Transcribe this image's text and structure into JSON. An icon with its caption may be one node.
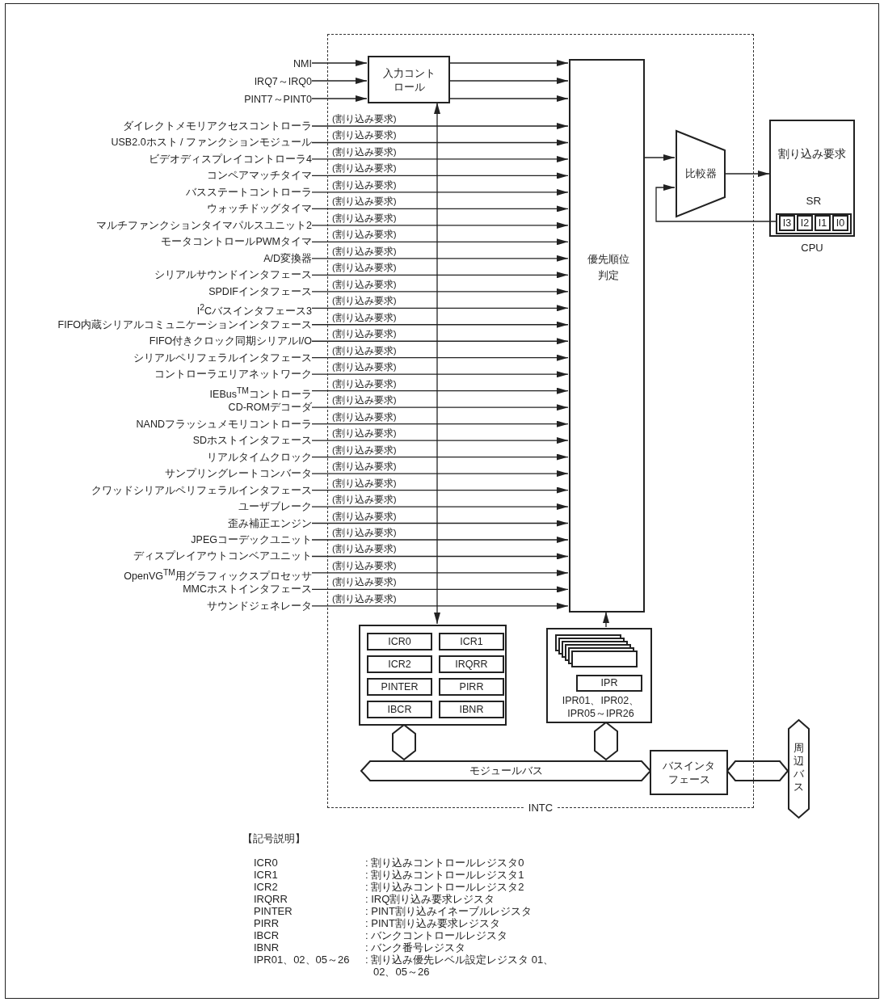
{
  "diagram": {
    "nodes": [
      {
        "text": [
          "INTC"
        ]
      },
      {
        "text": [
          "NMI"
        ]
      },
      {
        "text": [
          "IRQ7～IRQ0"
        ]
      },
      {
        "text": [
          "PINT7～PINT0"
        ]
      },
      {
        "text": [
          "入力コントロール"
        ],
        "in": 0
      },
      {
        "text": [
          "ダイレクトメモリアクセスコントローラ"
        ]
      },
      {
        "text": [
          "USB2.0ホスト / ファンクションモジュール"
        ]
      },
      {
        "text": [
          "ビデオディスプレイコントローラ4"
        ]
      },
      {
        "text": [
          "コンペアマッチタイマ"
        ]
      },
      {
        "text": [
          "バスステートコントローラ"
        ]
      },
      {
        "text": [
          "ウォッチドッグタイマ"
        ]
      },
      {
        "text": [
          "マルチファンクションタイマパルスユニット2"
        ]
      },
      {
        "text": [
          "モータコントロールPWMタイマ"
        ]
      },
      {
        "text": [
          "A/D変換器"
        ]
      },
      {
        "text": [
          "シリアルサウンドインタフェース"
        ]
      },
      {
        "text": [
          "SPDIFインタフェース"
        ]
      },
      {
        "text": [
          "I$^{2}$Cバスインタフェース3"
        ]
      },
      {
        "text": [
          "FIFO内蔵シリアルコミュニケーションインタフェース"
        ]
      },
      {
        "text": [
          "FIFO付きクロック同期シリアルI/O"
        ]
      },
      {
        "text": [
          "シリアルペリフェラルインタフェース"
        ]
      },
      {
        "text": [
          "コントローラエリアネットワーク"
        ]
      },
      {
        "text": [
          "IEBus$^{TM}$コントローラ"
        ]
      },
      {
        "text": [
          "CD-ROMデコーダ"
        ]
      },
      {
        "text": [
          "NANDフラッシュメモリコントローラ"
        ]
      },
      {
        "text": [
          "SDホストインタフェース"
        ]
      },
      {
        "text": [
          "リアルタイムクロック"
        ]
      },
      {
        "text": [
          "サンプリングレートコンバータ"
        ]
      },
      {
        "text": [
          "クワッドシリアルペリフェラルインタフェース"
        ]
      },
      {
        "text": [
          "ユーザブレーク"
        ]
      },
      {
        "text": [
          "歪み補正エンジン"
        ]
      },
      {
        "text": [
          "JPEGコーデックユニット"
        ]
      },
      {
        "text": [
          "ディスプレイアウトコンベアユニット"
        ]
      },
      {
        "text": [
          "OpenVG$^{TM}$用グラフィックスプロセッサ"
        ]
      },
      {
        "text": [
          "MMCホストインタフェース"
        ]
      },
      {
        "text": [
          "サウンドジェネレータ"
        ]
      },
      {
        "text": [
          "優先順位判定"
        ],
        "in": 0
      },
      {
        "text": [
          "比較器"
        ],
        "in": 0
      },
      {
        "text": [
          "割り込み要求"
        ],
        "beside": [
          "CPU"
        ]
      },
      {
        "text": [
          "SR"
        ],
        "in": 37
      },
      {
        "text": [
          "I3"
        ],
        "in": 38
      },
      {
        "text": [
          "I2"
        ],
        "in": 38
      },
      {
        "text": [
          "I1"
        ],
        "in": 38
      },
      {
        "text": [
          "I0"
        ],
        "in": 38
      },
      {
        "text": [],
        "shape": "box",
        "in": 0
      },
      {
        "text": [
          "ICR0"
        ],
        "in": 43
      },
      {
        "text": [
          "ICR1"
        ],
        "in": 43
      },
      {
        "text": [
          "ICR2"
        ],
        "in": 43
      },
      {
        "text": [
          "IRQRR"
        ],
        "in": 43
      },
      {
        "text": [
          "PINTER"
        ],
        "in": 43
      },
      {
        "text": [
          "PIRR"
        ],
        "in": 43
      },
      {
        "text": [
          "IBCR"
        ],
        "in": 43
      },
      {
        "text": [
          "IBNR"
        ],
        "in": 43
      },
      {
        "text": [
          "IPR01、IPR02、IPR05～IPR26"
        ],
        "in": 0
      },
      {
        "text": [
          "IPR"
        ],
        "in": 52
      },
      {
        "text": [
          "モジュールバス"
        ],
        "in": 0
      },
      {
        "text": [
          "バスインタフェース"
        ],
        "in": 0
      },
      {
        "text": [
          "周辺バス"
        ]
      }
    ],
    "edges": [
      {
        "from": 1,
        "to": 4,
        "arrow": "to"
      },
      {
        "from": 2,
        "to": 4,
        "arrow": "to"
      },
      {
        "from": 3,
        "to": 4,
        "arrow": "to"
      },
      {
        "from": 4,
        "to": 35,
        "arrow": "to"
      },
      {
        "from": 4,
        "to": 35,
        "arrow": "to"
      },
      {
        "from": 4,
        "to": 35,
        "arrow": "to"
      },
      {
        "from": 5,
        "to": 35,
        "arrow": "to",
        "label": "(割り込み要求)"
      },
      {
        "from": 6,
        "to": 35,
        "arrow": "to",
        "label": "(割り込み要求)"
      },
      {
        "from": 7,
        "to": 35,
        "arrow": "to",
        "label": "(割り込み要求)"
      },
      {
        "from": 8,
        "to": 35,
        "arrow": "to",
        "label": "(割り込み要求)"
      },
      {
        "from": 9,
        "to": 35,
        "arrow": "to",
        "label": "(割り込み要求)"
      },
      {
        "from": 10,
        "to": 35,
        "arrow": "to",
        "label": "(割り込み要求)"
      },
      {
        "from": 11,
        "to": 35,
        "arrow": "to",
        "label": "(割り込み要求)"
      },
      {
        "from": 12,
        "to": 35,
        "arrow": "to",
        "label": "(割り込み要求)"
      },
      {
        "from": 13,
        "to": 35,
        "arrow": "to",
        "label": "(割り込み要求)"
      },
      {
        "from": 14,
        "to": 35,
        "arrow": "to",
        "label": "(割り込み要求)"
      },
      {
        "from": 15,
        "to": 35,
        "arrow": "to",
        "label": "(割り込み要求)"
      },
      {
        "from": 16,
        "to": 35,
        "arrow": "to",
        "label": "(割り込み要求)"
      },
      {
        "from": 17,
        "to": 35,
        "arrow": "to",
        "label": "(割り込み要求)"
      },
      {
        "from": 18,
        "to": 35,
        "arrow": "to",
        "label": "(割り込み要求)"
      },
      {
        "from": 19,
        "to": 35,
        "arrow": "to",
        "label": "(割り込み要求)"
      },
      {
        "from": 20,
        "to": 35,
        "arrow": "to",
        "label": "(割り込み要求)"
      },
      {
        "from": 21,
        "to": 35,
        "arrow": "to",
        "label": "(割り込み要求)"
      },
      {
        "from": 22,
        "to": 35,
        "arrow": "to",
        "label": "(割り込み要求)"
      },
      {
        "from": 23,
        "to": 35,
        "arrow": "to",
        "label": "(割り込み要求)"
      },
      {
        "from": 24,
        "to": 35,
        "arrow": "to",
        "label": "(割り込み要求)"
      },
      {
        "from": 25,
        "to": 35,
        "arrow": "to",
        "label": "(割り込み要求)"
      },
      {
        "from": 26,
        "to": 35,
        "arrow": "to",
        "label": "(割り込み要求)"
      },
      {
        "from": 27,
        "to": 35,
        "arrow": "to",
        "label": "(割り込み要求)"
      },
      {
        "from": 28,
        "to": 35,
        "arrow": "to",
        "label": "(割り込み要求)"
      },
      {
        "from": 29,
        "to": 35,
        "arrow": "to",
        "label": "(割り込み要求)"
      },
      {
        "from": 30,
        "to": 35,
        "arrow": "to",
        "label": "(割り込み要求)"
      },
      {
        "from": 31,
        "to": 35,
        "arrow": "to",
        "label": "(割り込み要求)"
      },
      {
        "from": 32,
        "to": 35,
        "arrow": "to",
        "label": "(割り込み要求)"
      },
      {
        "from": 33,
        "to": 35,
        "arrow": "to",
        "label": "(割り込み要求)"
      },
      {
        "from": 34,
        "to": 35,
        "arrow": "to",
        "label": "(割り込み要求)"
      },
      {
        "from": 4,
        "to": 43,
        "arrow": "both"
      },
      {
        "from": 52,
        "to": 35,
        "arrow": "to"
      },
      {
        "from": 35,
        "to": 36,
        "arrow": "to"
      },
      {
        "from": 36,
        "to": 37,
        "arrow": "to"
      },
      {
        "from": 39,
        "to": 36,
        "arrow": "to"
      },
      {
        "from": 43,
        "to": 54,
        "arrow": "both",
        "style": "thick"
      },
      {
        "from": 52,
        "to": 54,
        "arrow": "both",
        "style": "thick"
      },
      {
        "from": 55,
        "to": 56,
        "arrow": "both",
        "style": "thick"
      }
    ],
    "labels": [
      "【記号説明】",
      "ICR0",
      ": 割り込みコントロールレジスタ0",
      "ICR1",
      ": 割り込みコントロールレジスタ1",
      "ICR2",
      ": 割り込みコントロールレジスタ2",
      "IRQRR",
      ": IRQ割り込み要求レジスタ",
      "PINTER",
      ": PINT割り込みイネーブルレジスタ",
      "PIRR",
      ": PINT割り込み要求レジスタ",
      "IBCR",
      ": バンクコントロールレジスタ",
      "IBNR",
      ": バンク番号レジスタ",
      "IPR01、02、05～26",
      ": 割り込み優先レベル設定レジスタ 01、02、05～26"
    ]
  }
}
